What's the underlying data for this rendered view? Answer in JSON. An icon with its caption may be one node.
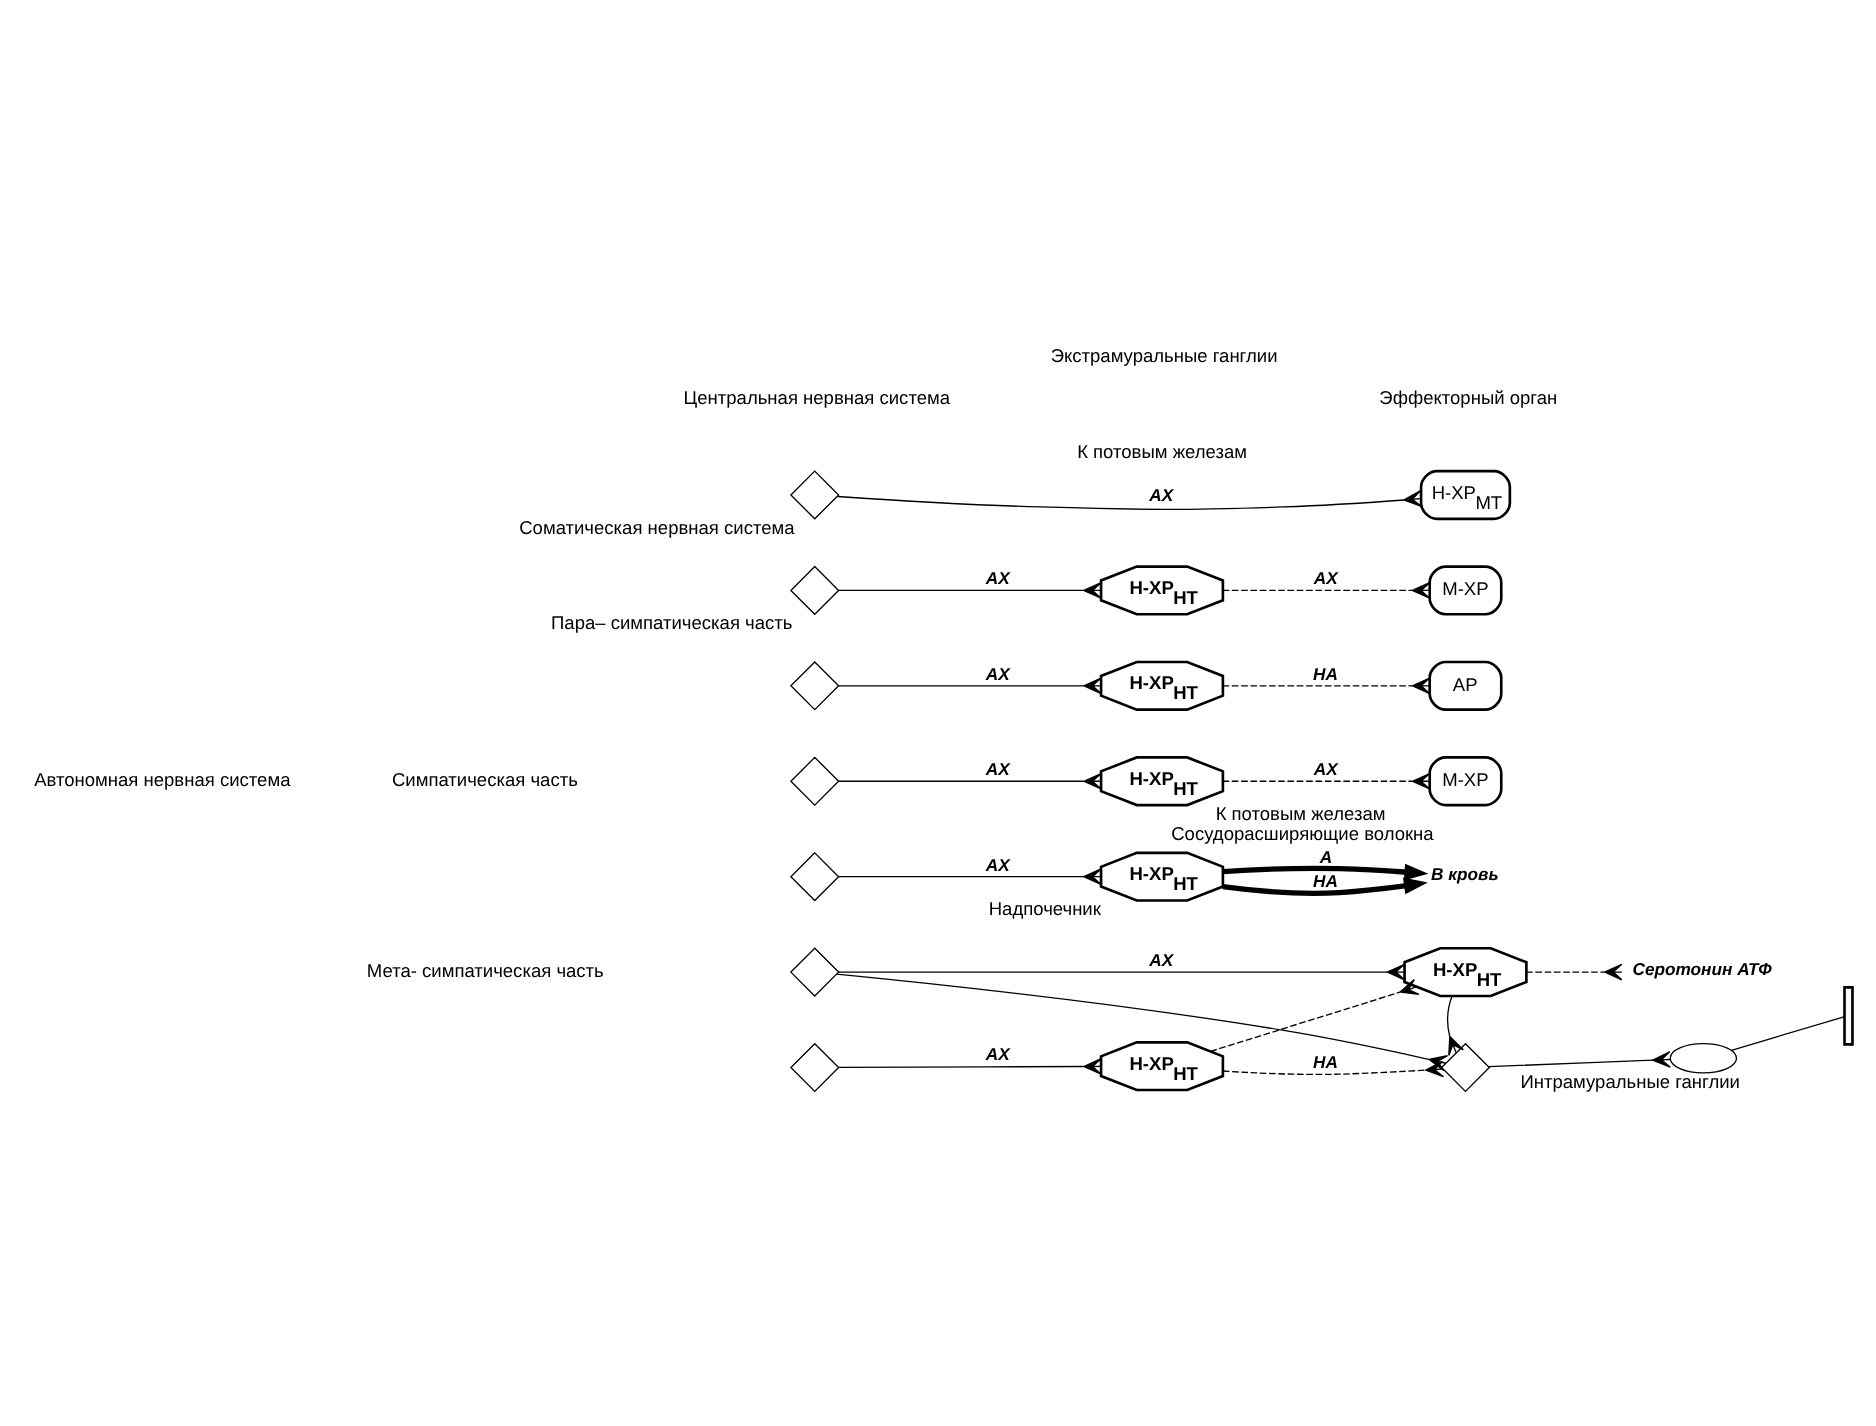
{
  "diagram": {
    "nodes": [
      {
        "text": [],
        "shape": "diamond",
        "beside": [
          "Соматическая нервная система"
        ]
      },
      {
        "text": [
          "Н-ХР$_{МТ}$"
        ]
      },
      {
        "text": [],
        "shape": "diamond",
        "beside": [
          "Пара– симпатическая часть"
        ]
      },
      {
        "text": [
          "Н-ХР$_{НТ}$"
        ]
      },
      {
        "text": [
          "М-ХР"
        ]
      },
      {
        "text": [],
        "shape": "diamond"
      },
      {
        "text": [
          "Н-ХР$_{НТ}$"
        ]
      },
      {
        "text": [
          "АР"
        ]
      },
      {
        "text": [],
        "shape": "diamond"
      },
      {
        "text": [
          "Н-ХР$_{НТ}$"
        ]
      },
      {
        "text": [
          "М-ХР"
        ],
        "beside": [
          "К потовым железам",
          "Сосудорасширяющие волокна"
        ]
      },
      {
        "text": [],
        "shape": "diamond"
      },
      {
        "text": [
          "Н-ХР$_{НТ}$"
        ],
        "beside": [
          "Надпочечник"
        ]
      },
      {
        "text": [
          "В кровь"
        ]
      },
      {
        "text": [],
        "shape": "diamond"
      },
      {
        "text": [
          "Н-ХР$_{НТ}$"
        ]
      },
      {
        "text": [],
        "shape": "diamond"
      },
      {
        "text": [
          "Н-ХР$_{НТ}$"
        ]
      },
      {
        "text": [],
        "shape": "diamond"
      },
      {
        "text": [],
        "shape": "ellipse",
        "beside": [
          "Интрамуральные ганглии"
        ]
      },
      {
        "text": [],
        "shape": "bar"
      },
      {
        "text": [
          "Серотонин АТФ"
        ]
      }
    ],
    "edges": [
      {
        "from": 0,
        "to": 1,
        "arrow": "other",
        "label": "АХ"
      },
      {
        "from": 2,
        "to": 3,
        "arrow": "other",
        "label": "АХ"
      },
      {
        "from": 3,
        "to": 4,
        "arrow": "other",
        "label": "АХ",
        "style": "dashed"
      },
      {
        "from": 5,
        "to": 6,
        "arrow": "other",
        "label": "АХ"
      },
      {
        "from": 6,
        "to": 7,
        "arrow": "other",
        "label": "НА",
        "style": "dashed"
      },
      {
        "from": 8,
        "to": 9,
        "arrow": "other",
        "label": "АХ"
      },
      {
        "from": 9,
        "to": 10,
        "arrow": "other",
        "label": "АХ",
        "style": "dashed"
      },
      {
        "from": 11,
        "to": 12,
        "arrow": "other",
        "label": "АХ"
      },
      {
        "from": 12,
        "to": 13,
        "arrow": "to",
        "label": "А",
        "style": "thick"
      },
      {
        "from": 12,
        "to": 13,
        "arrow": "to",
        "label": "НА",
        "style": "thick"
      },
      {
        "from": 14,
        "to": 17,
        "arrow": "other",
        "label": "АХ"
      },
      {
        "from": 14,
        "to": 18,
        "arrow": "other"
      },
      {
        "from": 17,
        "to": 21,
        "arrow": "other",
        "style": "dashed"
      },
      {
        "from": 16,
        "to": 15,
        "arrow": "other",
        "label": "АХ"
      },
      {
        "from": 15,
        "to": 17,
        "arrow": "other",
        "style": "dashed"
      },
      {
        "from": 15,
        "to": 18,
        "arrow": "other",
        "label": "НА",
        "style": "dashed"
      },
      {
        "from": 17,
        "to": 18,
        "arrow": "other"
      },
      {
        "from": 18,
        "to": 19,
        "arrow": "other"
      },
      {
        "from": 19,
        "to": 20,
        "arrow": "none"
      }
    ],
    "labels": [
      "Центральная нервная система",
      "Экстрамуральные ганглии",
      "Эффекторный орган",
      "К потовым железам",
      "Автономная нервная система",
      "Симпатическая часть",
      "Мета- симпатическая часть"
    ]
  }
}
